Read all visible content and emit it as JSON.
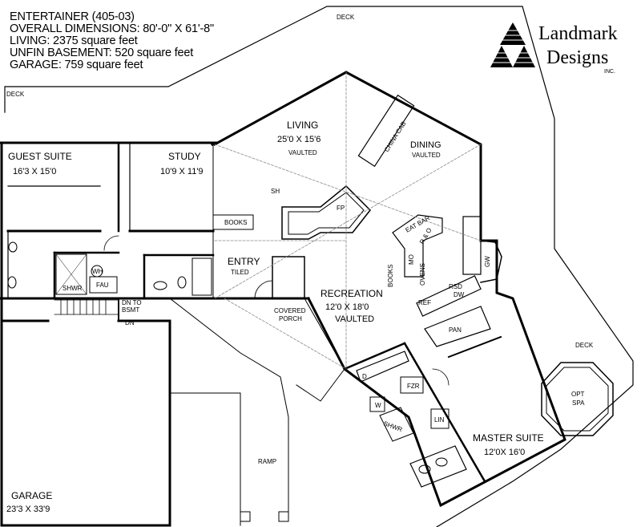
{
  "header": {
    "plan_name": "ENTERTAINER (405-03)",
    "overall": "OVERALL DIMENSIONS: 80'-0\" X 61'-8\"",
    "living": "LIVING: 2375 square feet",
    "basement": "UNFIN BASEMENT: 520 square feet",
    "garage": "GARAGE: 759 square feet"
  },
  "logo": {
    "line1": "Landmark",
    "line2": "Designs",
    "inc": "INC."
  },
  "rooms": {
    "guest_suite": {
      "name": "GUEST SUITE",
      "dim": "16'3 X 15'0"
    },
    "study": {
      "name": "STUDY",
      "dim": "10'9 X 11'9"
    },
    "living": {
      "name": "LIVING",
      "dim": "25'0 X 15'6",
      "note": "VAULTED"
    },
    "dining": {
      "name": "DINING",
      "note": "VAULTED"
    },
    "recreation": {
      "name": "RECREATION",
      "dim": "12'0 X 18'0",
      "note": "VAULTED"
    },
    "master": {
      "name": "MASTER SUITE",
      "dim": "12'0X 16'0"
    },
    "garage": {
      "name": "GARAGE",
      "dim": "23'3 X 33'9"
    },
    "entry": {
      "name": "ENTRY",
      "note": "TILED"
    },
    "porch": {
      "line1": "COVERED",
      "line2": "PORCH"
    },
    "spa": {
      "line1": "OPT",
      "line2": "SPA"
    }
  },
  "labels": {
    "deck_top": "DECK",
    "deck_left": "DECK",
    "deck_right": "DECK",
    "china_cab": "CHINA CAB",
    "books_study": "BOOKS",
    "books_kitchen": "BOOKS",
    "sh": "SH",
    "fp": "FP",
    "eat_bar": "EAT BAR",
    "r_o": "R & O",
    "mo": "MO",
    "ovens": "OVENS",
    "gw": "GW",
    "ref": "REF",
    "rsd": "RSD",
    "dw": "DW",
    "pan": "PAN",
    "shwr": "SHWR",
    "wh": "WH",
    "fau": "FAU",
    "dn_to": "DN TO",
    "bsmt": "BSMT",
    "dn": "DN",
    "d": "D",
    "w": "W",
    "fzr": "FZR",
    "shwr_master": "SHWR",
    "lin": "LIN",
    "ramp": "RAMP"
  }
}
